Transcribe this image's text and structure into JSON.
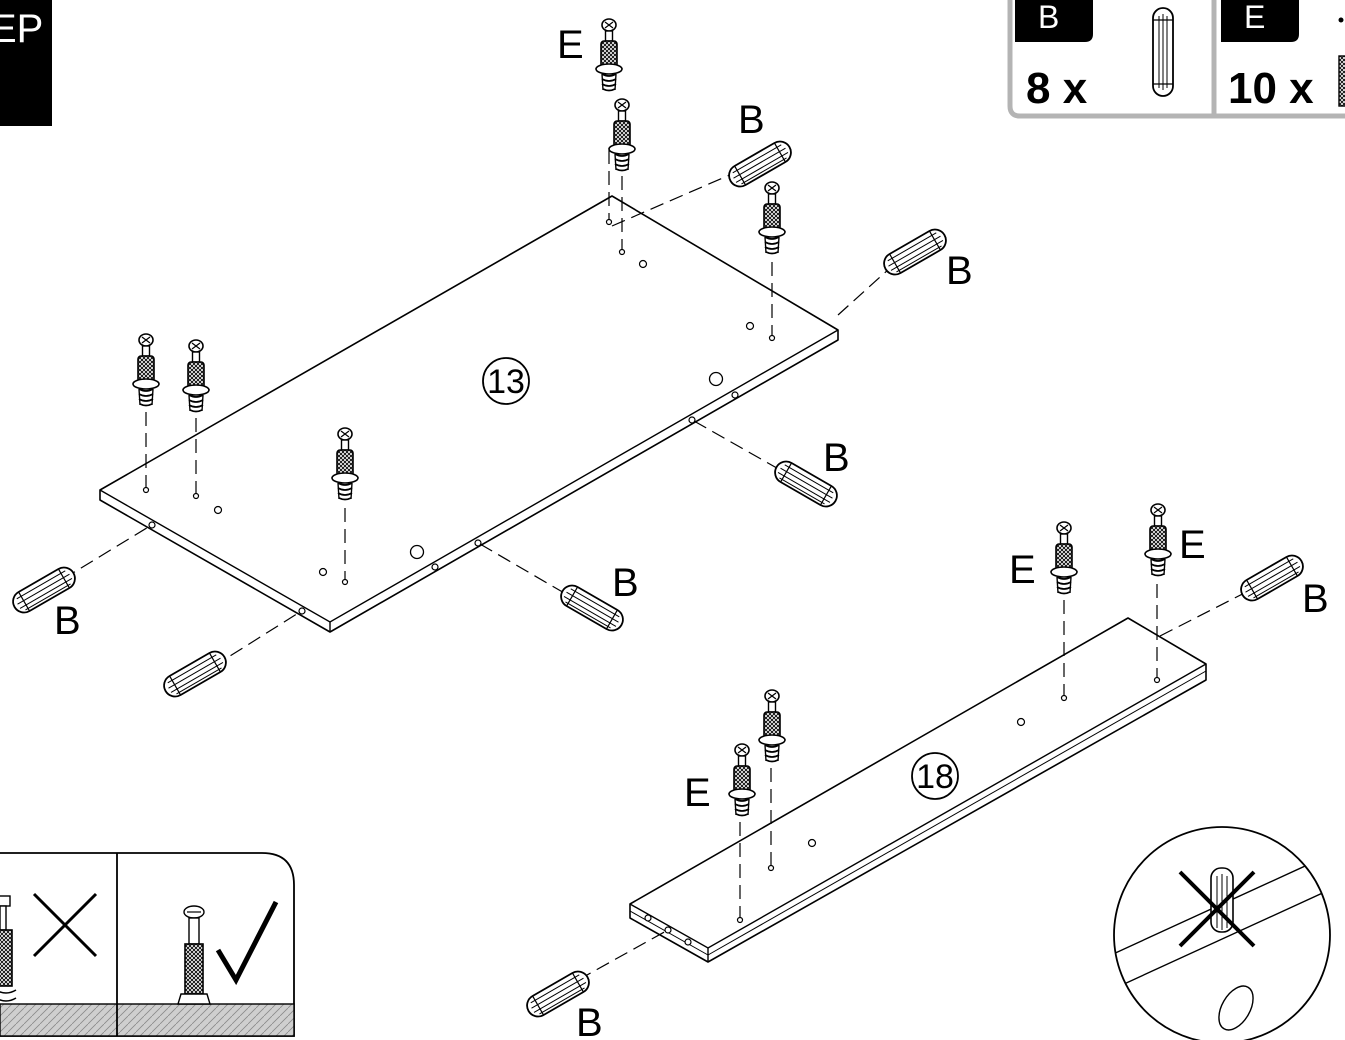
{
  "step": {
    "header_text": "EP"
  },
  "parts_legend": [
    {
      "letter": "B",
      "quantity": "8 x",
      "icon": "dowel-icon"
    },
    {
      "letter": "E",
      "quantity": "10 x",
      "icon": "cam-bolt-icon"
    }
  ],
  "panels": [
    {
      "number": "13"
    },
    {
      "number": "18"
    }
  ],
  "callouts": {
    "dowel_letter": "B",
    "cam_bolt_letter": "E"
  },
  "detail_insets": [
    {
      "name": "incorrect-insertion",
      "icon": "cross-mark-icon"
    },
    {
      "name": "correct-insertion",
      "icon": "check-mark-icon"
    },
    {
      "name": "dowel-detail",
      "icon": "cross-mark-icon"
    }
  ],
  "colors": {
    "line": "#000000",
    "legend_border": "#b4b4b4",
    "hatch": "#9a9a9a"
  }
}
